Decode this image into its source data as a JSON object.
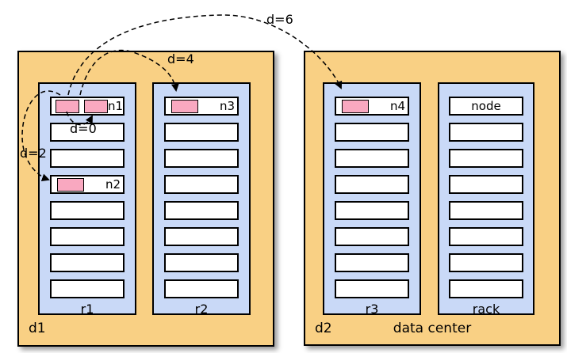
{
  "colors": {
    "datacenter_fill": "#F9D084",
    "rack_fill": "#C9D9F7",
    "slot_fill": "#FFFFFF",
    "node_chip_fill": "#F9A8C0",
    "outline": "#000000",
    "background": "#FFFFFF"
  },
  "datacenters": [
    {
      "label": "d1",
      "racks": [
        {
          "name": "r1",
          "slot_count": 8,
          "slot_labels": {
            "0": "n1",
            "3": "n2"
          },
          "chips": {
            "0": 2,
            "3": 1
          }
        },
        {
          "name": "r2",
          "slot_count": 8,
          "slot_labels": {
            "0": "n3"
          },
          "chips": {
            "0": 1
          }
        }
      ]
    },
    {
      "label": "d2",
      "caption": "data center",
      "racks": [
        {
          "name": "r3",
          "slot_count": 8,
          "slot_labels": {
            "0": "n4"
          },
          "chips": {
            "0": 1
          }
        },
        {
          "name": "rack",
          "slot_count": 8,
          "slot_labels": {
            "0": "node"
          },
          "chips": {}
        }
      ]
    }
  ],
  "distance_labels": {
    "d0": "d=0",
    "d2": "d=2",
    "d4": "d=4",
    "d6": "d=6"
  }
}
